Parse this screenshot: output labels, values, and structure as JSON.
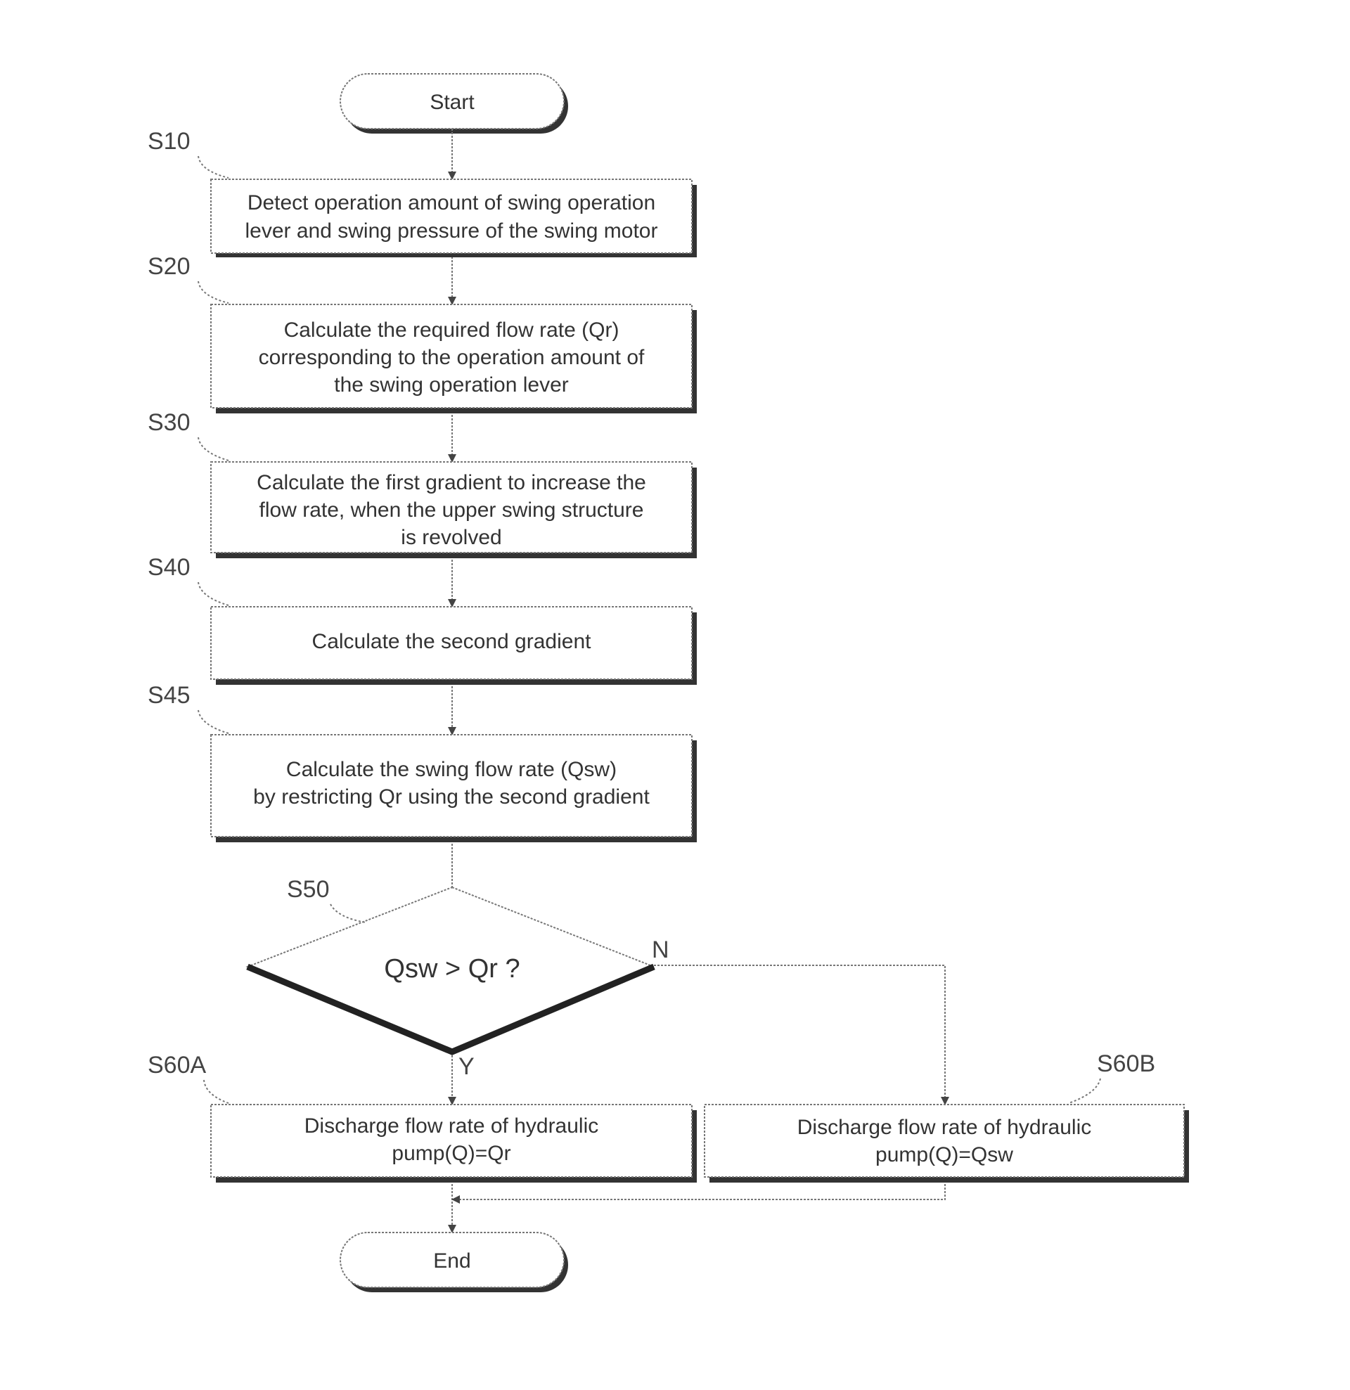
{
  "start_label": "Start",
  "end_label": "End",
  "steps": [
    {
      "id": "S10",
      "lines": [
        "Detect operation amount of swing operation",
        "lever and swing pressure of the swing motor"
      ]
    },
    {
      "id": "S20",
      "lines": [
        "Calculate the required flow rate (Qr)",
        "corresponding to the operation amount of",
        "the swing operation lever"
      ]
    },
    {
      "id": "S30",
      "lines": [
        "Calculate the first gradient to increase the",
        "flow rate, when the upper swing structure",
        "is revolved"
      ]
    },
    {
      "id": "S40",
      "lines": [
        "Calculate the second gradient"
      ]
    },
    {
      "id": "S45",
      "lines": [
        "Calculate the swing flow rate (Qsw)",
        "by restricting Qr using the second gradient"
      ]
    }
  ],
  "decision": {
    "id": "S50",
    "text": "Qsw > Qr ?",
    "yes_label": "Y",
    "no_label": "N"
  },
  "outputs": [
    {
      "id": "S60A",
      "lines": [
        "Discharge flow rate of hydraulic",
        "pump(Q)=Qr"
      ]
    },
    {
      "id": "S60B",
      "lines": [
        "Discharge flow rate of hydraulic",
        "pump(Q)=Qsw"
      ]
    }
  ]
}
